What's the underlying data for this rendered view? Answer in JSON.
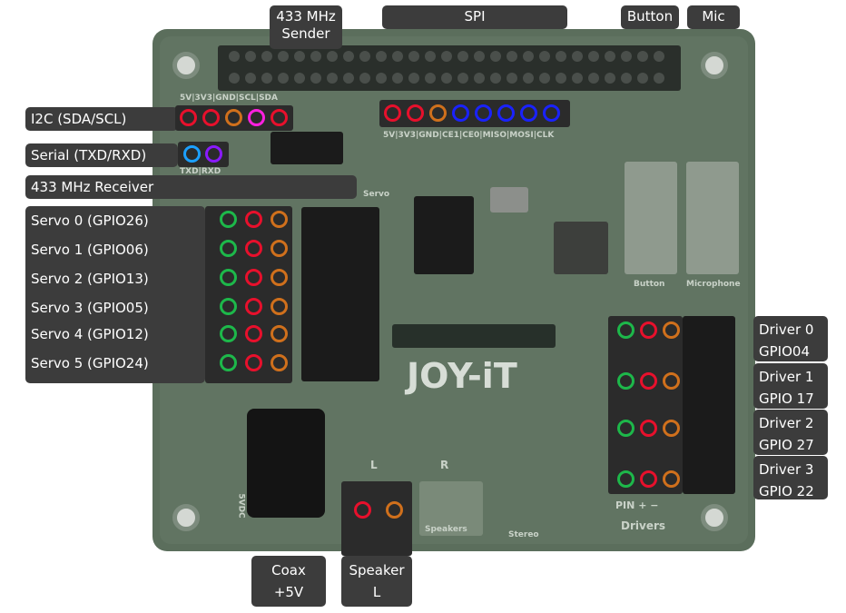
{
  "labels": {
    "sender": "433 MHz\nSender",
    "spi": "SPI",
    "button": "Button",
    "mic": "Mic",
    "i2c": "I2C (SDA/SCL)",
    "serial": "Serial (TXD/RXD)",
    "receiver": "433 MHz Receiver",
    "servos": [
      "Servo 0 (GPIO26)",
      "Servo 1 (GPIO06)",
      "Servo 2 (GPIO13)",
      "Servo 3 (GPIO05)",
      "Servo 4 (GPIO12)",
      "Servo 5 (GPIO24)"
    ],
    "drivers": [
      "Driver 0\nGPIO04",
      "Driver 1\nGPIO 17",
      "Driver 2\nGPIO 27",
      "Driver 3\nGPIO 22"
    ],
    "coax": "Coax\n+5V",
    "speaker": "Speaker\nL"
  },
  "silkscreen": {
    "i2c_pins": "5V|3V3|GND|SCL|SDA",
    "spi_pins": "5V|3V3|GND|CE1|CE0|MISO|MOSI|CLK",
    "serial_pins": "TXD|RXD",
    "servo": "Servo",
    "logo": "JOY-iT",
    "button": "Button",
    "microphone": "Microphone",
    "drivers": "Drivers",
    "speakers": "Speakers",
    "stereo": "Stereo",
    "power": "5VDC",
    "pin_legend": "PIN + −",
    "speaker_l": "L",
    "speaker_r": "R"
  },
  "colors": {
    "red": "#e8102c",
    "orange": "#d0701c",
    "pink": "#ff1fe0",
    "blue": "#1a22ff",
    "cyan": "#1ca0ff",
    "purple": "#8a1aff",
    "green": "#1db84a"
  },
  "pad_colors": {
    "i2c": [
      "red",
      "red",
      "orange",
      "pink",
      "red"
    ],
    "spi": [
      "red",
      "red",
      "orange",
      "blue",
      "blue",
      "blue",
      "blue",
      "blue"
    ],
    "serial": [
      "cyan",
      "purple"
    ],
    "servo": [
      "green",
      "red",
      "orange"
    ],
    "driver": [
      "green",
      "red",
      "orange"
    ],
    "speaker": [
      "red",
      "orange"
    ]
  }
}
